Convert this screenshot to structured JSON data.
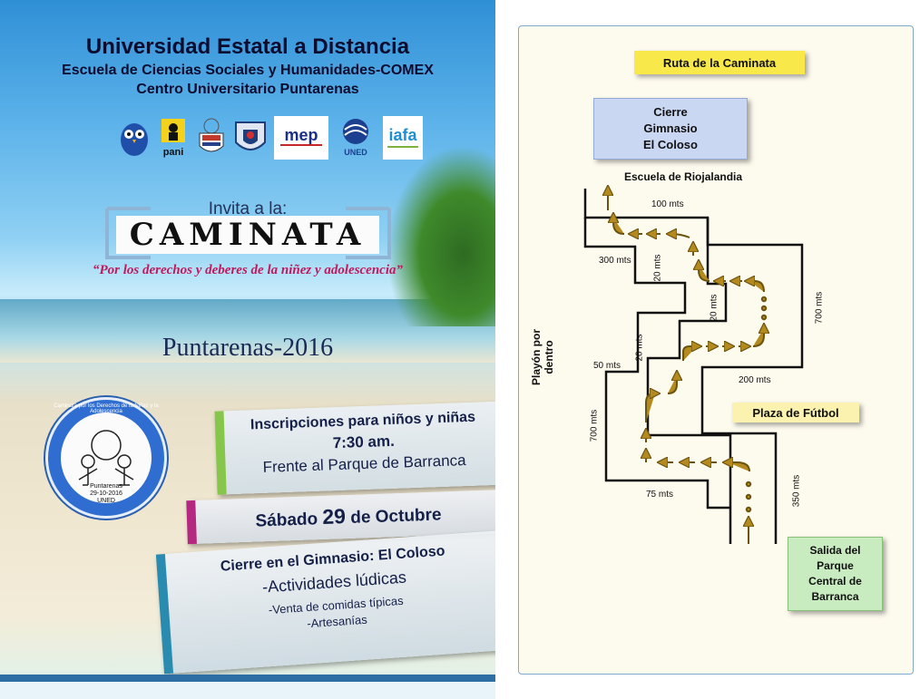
{
  "poster": {
    "institution": "Universidad Estatal a Distancia",
    "school": "Escuela de Ciencias Sociales y Humanidades-COMEX",
    "center": "Centro Universitario Puntarenas",
    "logos": [
      "owl-logo",
      "pani",
      "municipalidad",
      "fuerza publica",
      "mep",
      "UNED",
      "iafa"
    ],
    "invita": "Invita a la:",
    "title": "CAMINATA",
    "motto": "“Por los derechos y deberes de la niñez y adolescencia”",
    "year_label": "Puntarenas-2016",
    "seal": {
      "top": "Caminata por los Derechos de la Niñez y la Adolescencia",
      "place": "Puntarenas",
      "date": "29-10-2016",
      "org": "UNED"
    },
    "registration": {
      "line1": "Inscripciones para niños y niñas",
      "time": "7:30 am.",
      "place": "Frente al Parque de Barranca"
    },
    "date": {
      "prefix": "Sábado",
      "day": "29",
      "suffix": "de Octubre"
    },
    "closing": {
      "line1": "Cierre en el Gimnasio: El Coloso",
      "item1": "-Actividades lúdicas",
      "item2": "-Venta de comidas típicas",
      "item3": "-Artesanías"
    }
  },
  "map": {
    "title": "Ruta de la Caminata",
    "end": "Cierre Gimnasio El Coloso",
    "end_lines": [
      "Cierre",
      "Gimnasio",
      "El Coloso"
    ],
    "school": "Escuela de Riojalandia",
    "plaza": "Plaza de Fútbol",
    "start_lines": [
      "Salida del",
      "Parque",
      "Central de",
      "Barranca"
    ],
    "playon": "Playón por dentro",
    "distances": {
      "d100": "100 mts",
      "d300": "300 mts",
      "d20a": "20 mts",
      "d20b": "20 mts",
      "d20c": "20 mts",
      "d700a": "700 mts",
      "d50": "50 mts",
      "d200": "200 mts",
      "d700b": "700 mts",
      "d75": "75 mts",
      "d350": "350 mts"
    },
    "colors": {
      "arrow": "#6b5410",
      "arrow_fill": "#b48a1f",
      "street": "#111111"
    }
  }
}
